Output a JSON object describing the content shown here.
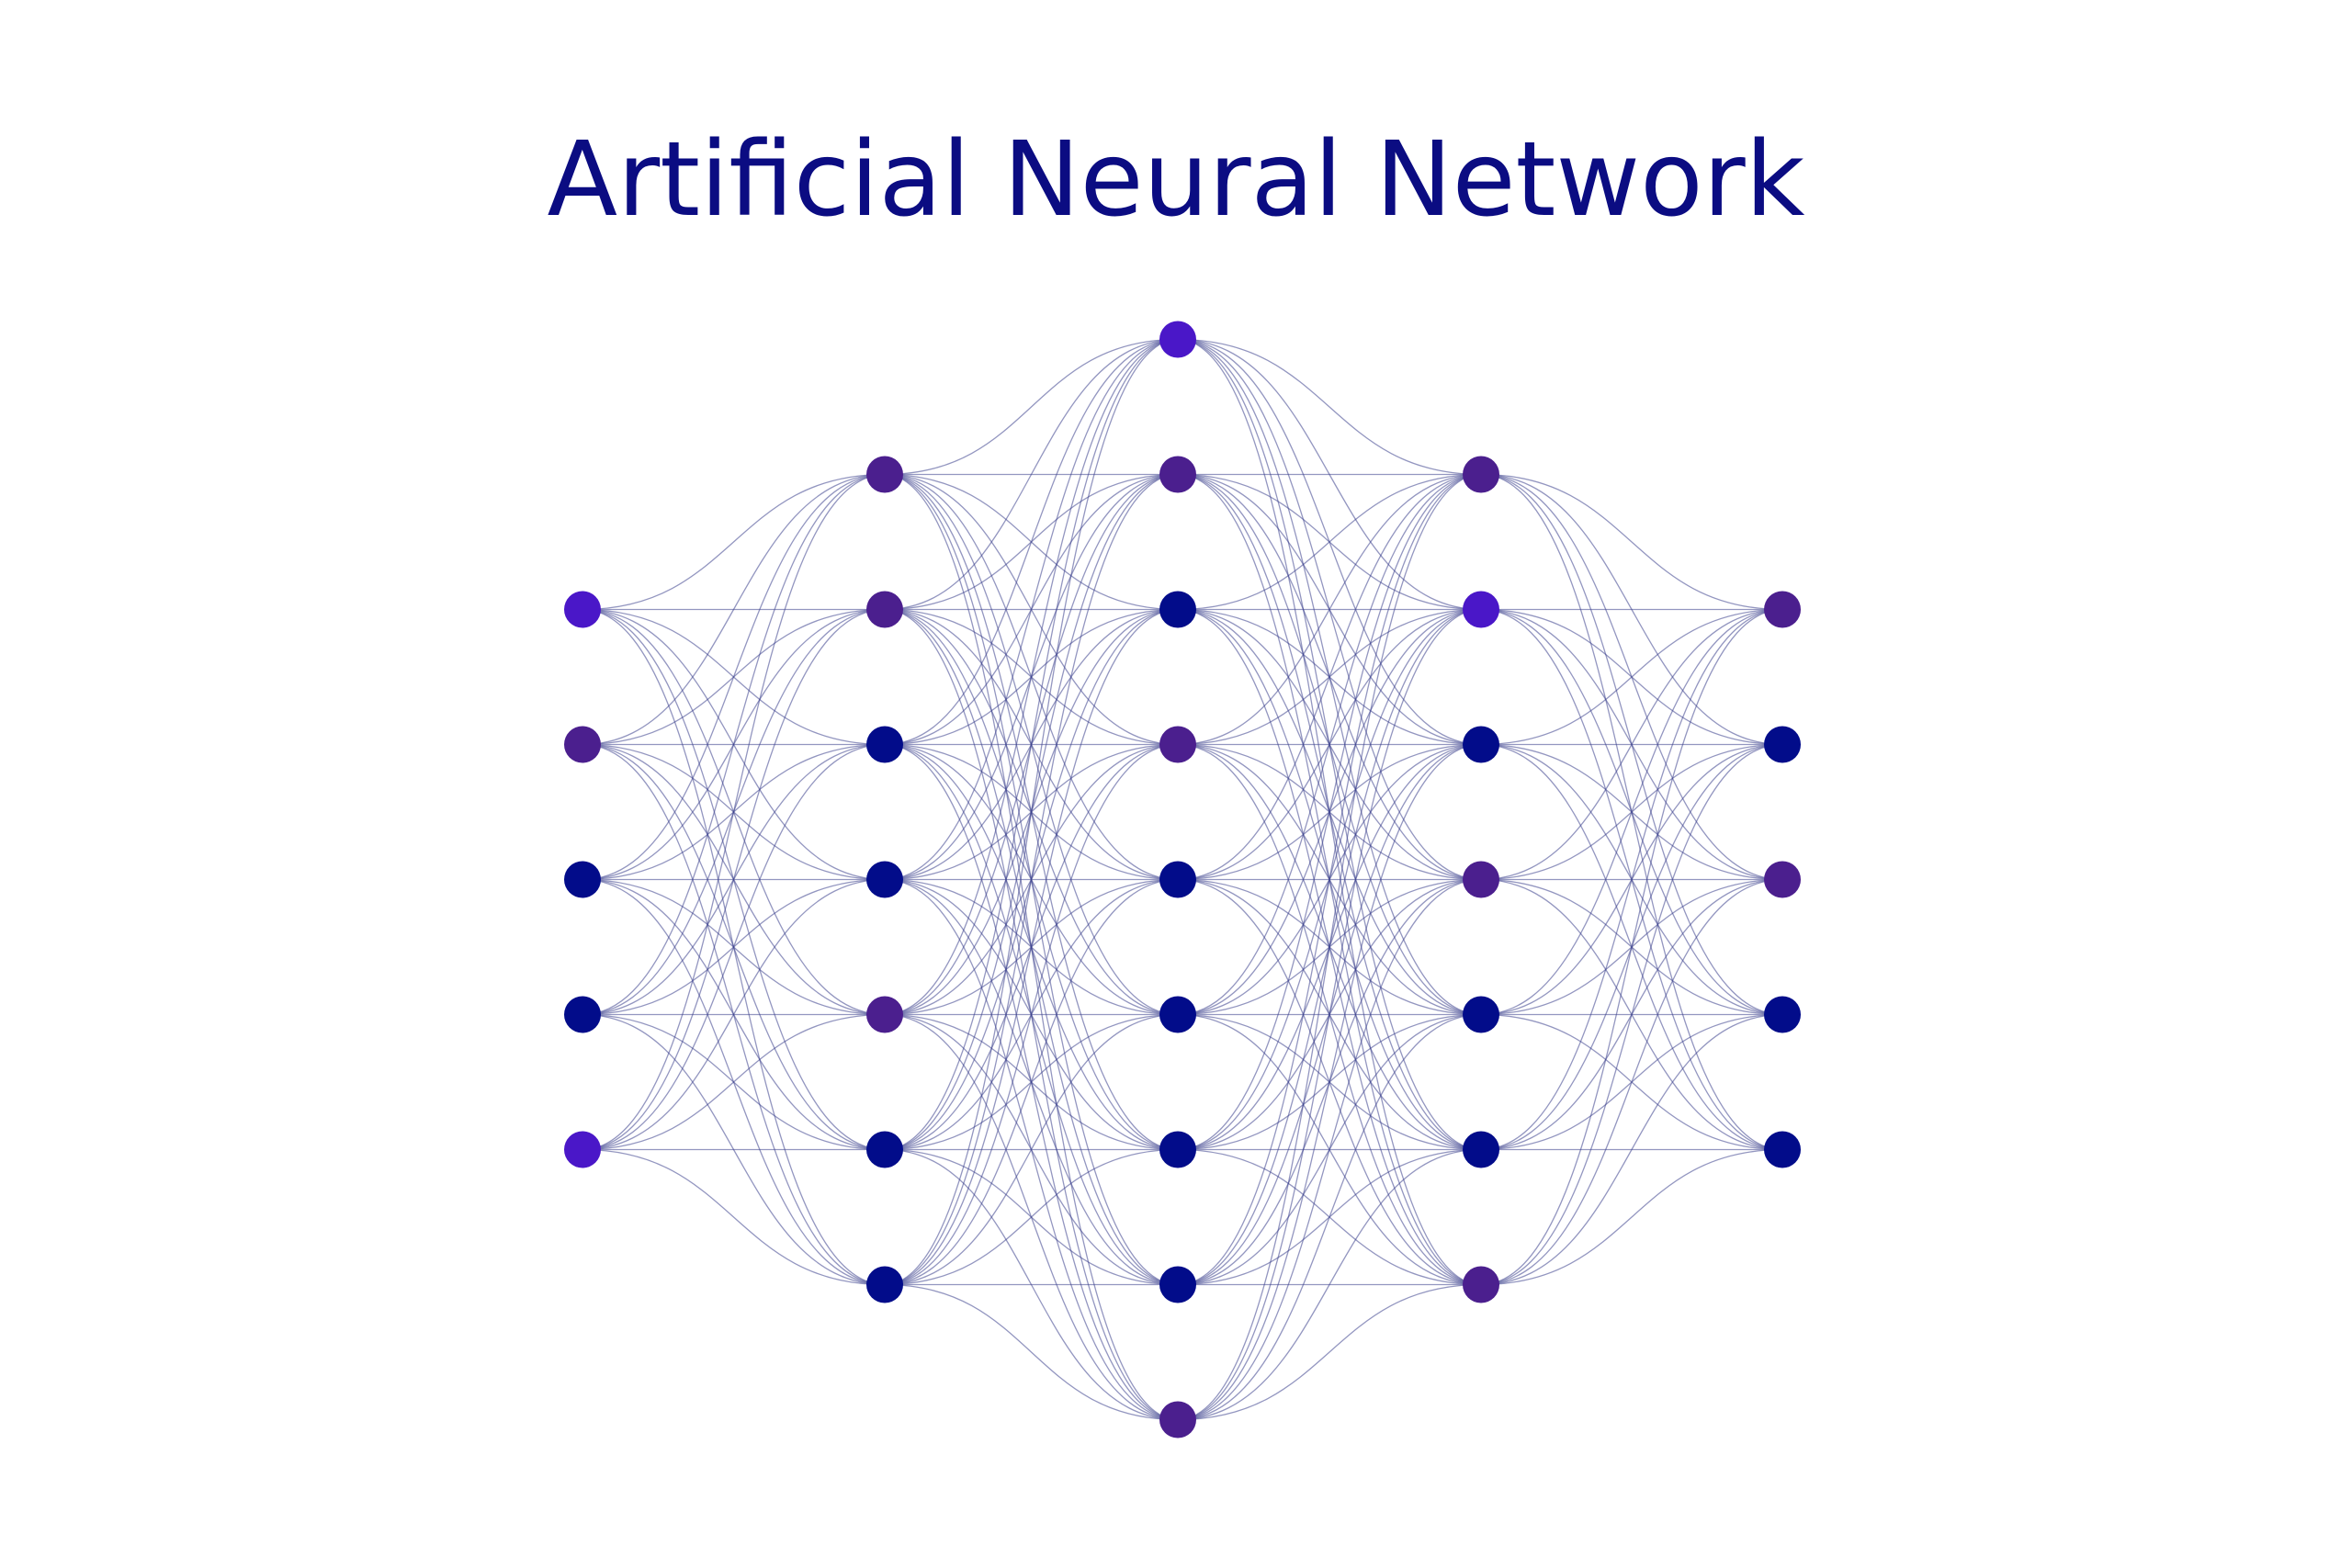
{
  "title": "Artificial Neural Network",
  "colors": {
    "title": "#0B0C82",
    "edge": "#3A3F8C",
    "node_violet": "#4A17C8",
    "node_purple": "#4B1F8E",
    "node_navy": "#020C8A"
  },
  "network": {
    "layers": [
      {
        "name": "input-layer",
        "nodes": [
          "violet",
          "purple",
          "navy",
          "navy",
          "violet"
        ]
      },
      {
        "name": "hidden-layer-1",
        "nodes": [
          "purple",
          "purple",
          "navy",
          "navy",
          "purple",
          "navy",
          "navy"
        ]
      },
      {
        "name": "hidden-layer-2",
        "nodes": [
          "violet",
          "purple",
          "navy",
          "purple",
          "navy",
          "navy",
          "navy",
          "navy",
          "purple"
        ]
      },
      {
        "name": "hidden-layer-3",
        "nodes": [
          "purple",
          "violet",
          "navy",
          "purple",
          "navy",
          "navy",
          "purple"
        ]
      },
      {
        "name": "output-layer",
        "nodes": [
          "purple",
          "navy",
          "purple",
          "navy",
          "navy"
        ]
      }
    ],
    "connectivity": "fully-connected"
  }
}
